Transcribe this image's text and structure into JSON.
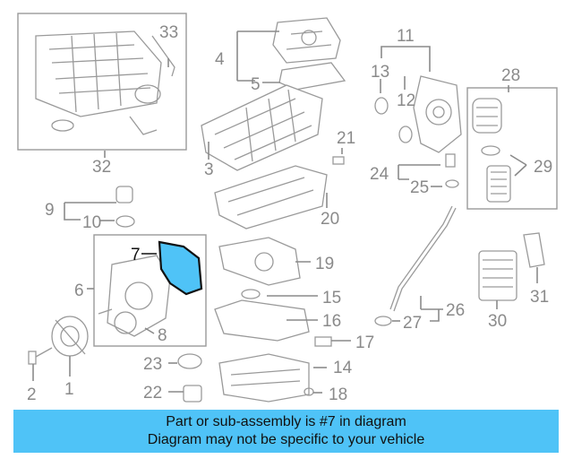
{
  "callouts": [
    "1",
    "2",
    "3",
    "4",
    "5",
    "6",
    "7",
    "8",
    "9",
    "10",
    "11",
    "12",
    "13",
    "14",
    "15",
    "16",
    "17",
    "18",
    "19",
    "20",
    "21",
    "22",
    "23",
    "24",
    "25",
    "26",
    "27",
    "28",
    "29",
    "30",
    "31",
    "32",
    "33"
  ],
  "highlighted_part": "7",
  "highlight_color": "#4fc3f7",
  "banner": {
    "line1": "Part or sub-assembly is #7 in diagram",
    "line2": "Diagram may not be specific to your vehicle"
  }
}
